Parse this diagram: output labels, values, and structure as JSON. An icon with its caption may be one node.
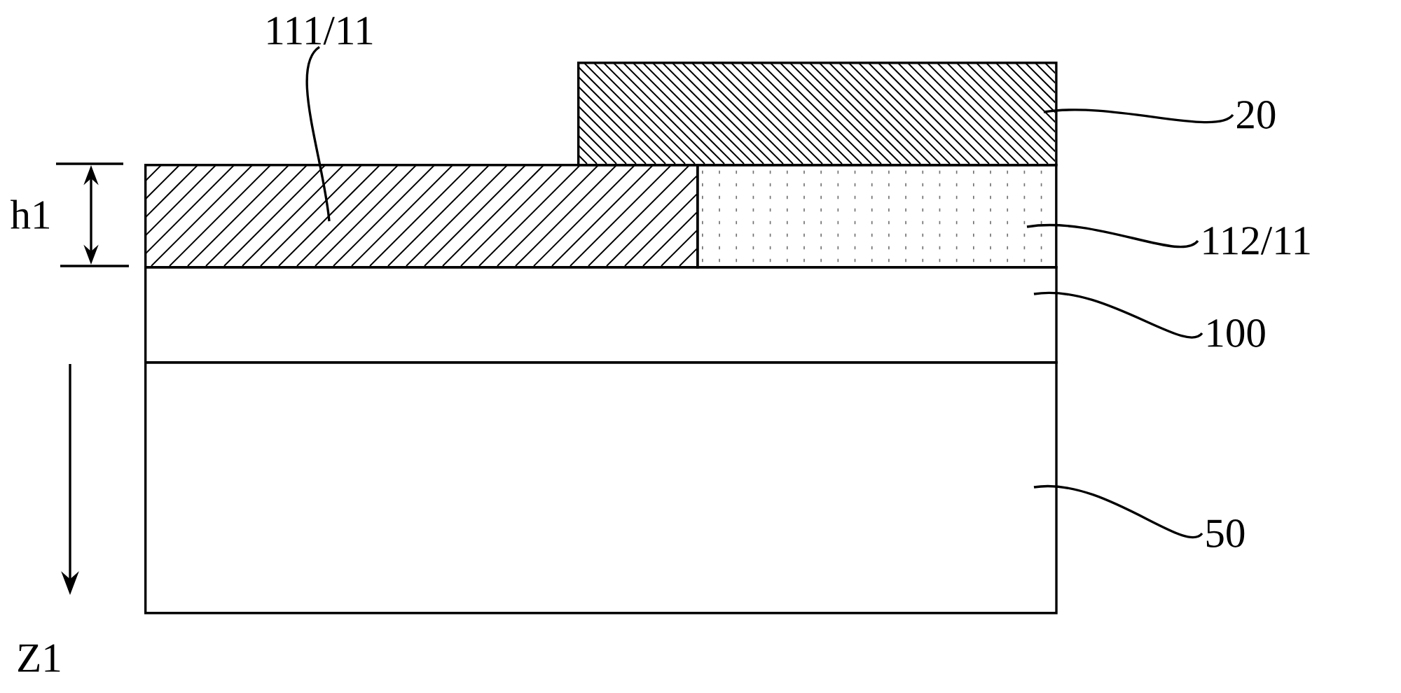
{
  "diagram": {
    "nodes": [
      {
        "text": [
          "111/11"
        ]
      },
      {
        "text": [
          "20"
        ]
      },
      {
        "text": [
          "112/11"
        ]
      },
      {
        "text": [
          "100"
        ]
      },
      {
        "text": [
          "50"
        ]
      },
      {
        "text": [],
        "shape": "box"
      },
      {
        "text": [],
        "shape": "box"
      },
      {
        "text": [],
        "shape": "box"
      },
      {
        "text": [],
        "shape": "box"
      },
      {
        "text": [],
        "shape": "box"
      }
    ],
    "edges": [
      {
        "from": 0,
        "to": 6,
        "arrow": "none"
      },
      {
        "from": 1,
        "to": 5,
        "arrow": "none"
      },
      {
        "from": 2,
        "to": 7,
        "arrow": "none"
      },
      {
        "from": 3,
        "to": 8,
        "arrow": "none"
      },
      {
        "from": 4,
        "to": 9,
        "arrow": "none"
      }
    ],
    "labels": [
      "h1",
      "Z1"
    ]
  }
}
